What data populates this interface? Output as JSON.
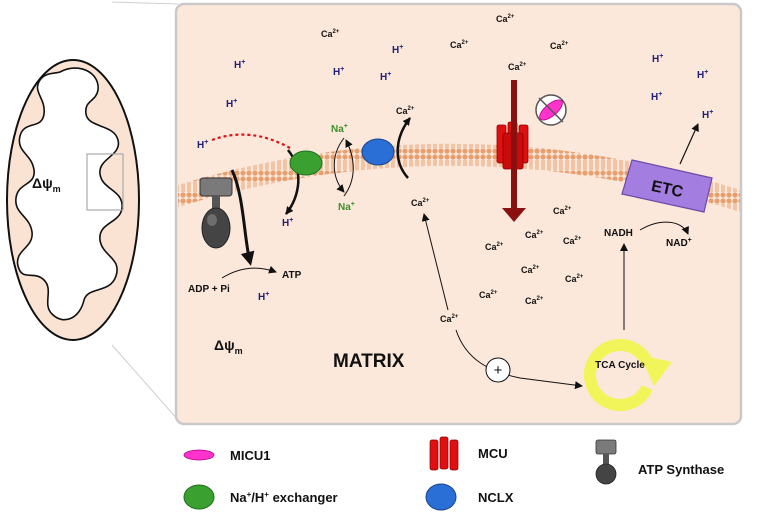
{
  "overview": {
    "potential_label": "Δψ",
    "potential_sub": "m"
  },
  "panel": {
    "potential_label": "Δψ",
    "potential_sub": "m",
    "matrix_label": "MATRIX",
    "plus_symbol": "+",
    "etc_label": "ETC",
    "tca_label": "TCA Cycle",
    "nadh": "NADH",
    "nad": "NAD",
    "nad_sup": "+",
    "adp": "ADP + Pi",
    "atp": "ATP",
    "ca_base": "Ca",
    "ca_sup": "2+",
    "h_base": "H",
    "h_sup": "+",
    "na_base": "Na",
    "na_sup": "+"
  },
  "legend": [
    {
      "label": "MICU1",
      "icon": "micu1-icon",
      "color": "#ff33cc"
    },
    {
      "label": "MCU",
      "icon": "mcu-icon",
      "color": "#e01010"
    },
    {
      "label": "ATP Synthase",
      "icon": "atp-synthase-icon",
      "color": "#666666"
    },
    {
      "label": "Na",
      "sup": "+",
      "tail": "/H",
      "tail_sup": "+",
      "rest": " exchanger",
      "icon": "na-h-exchanger-icon",
      "color": "#3aa030"
    },
    {
      "label": "NCLX",
      "icon": "nclx-icon",
      "color": "#2a6fd6"
    }
  ]
}
